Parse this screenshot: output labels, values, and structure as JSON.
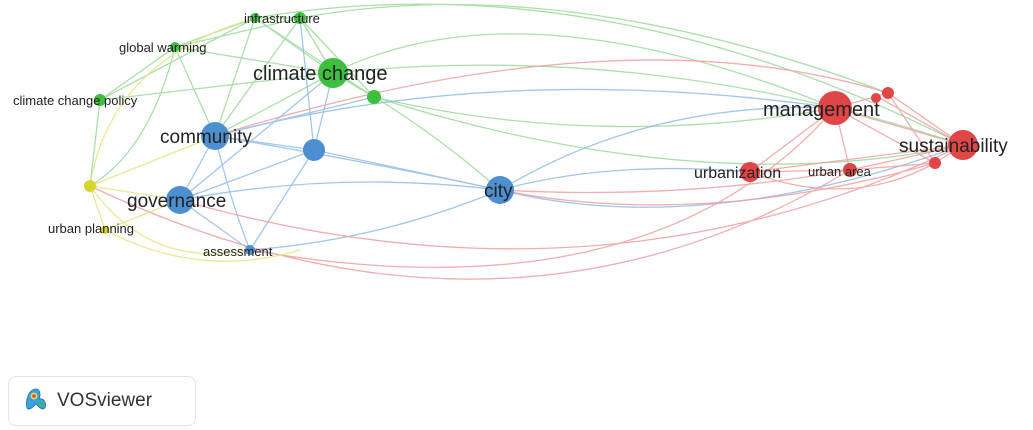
{
  "nodes": {
    "infrastructure": "infrastructure",
    "global_warming": "global warming",
    "climate_change": "climate change",
    "climate_change_policy": "climate change policy",
    "community": "community",
    "governance": "governance",
    "urban_planning": "urban planning",
    "assessment": "assessment",
    "city": "city",
    "management": "management",
    "sustainability": "sustainability",
    "urbanization": "urbanization",
    "urban_area": "urban area"
  },
  "clusters": {
    "green": "#3fbf3f",
    "blue": "#4d8fd1",
    "red": "#e04646",
    "yellow": "#d6d62e"
  },
  "branding": {
    "label": "VOSviewer",
    "icon": "vosviewer-logo-icon"
  }
}
